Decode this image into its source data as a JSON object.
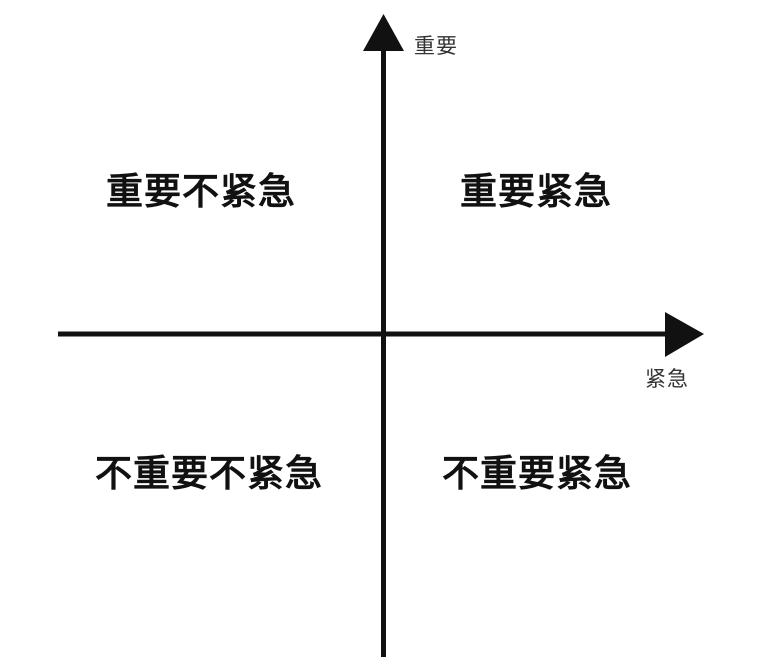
{
  "diagram": {
    "type": "priority-matrix",
    "axes": {
      "vertical": {
        "label": "重要",
        "direction": "up"
      },
      "horizontal": {
        "label": "紧急",
        "direction": "right"
      }
    },
    "quadrants": {
      "top_left": {
        "label": "重要不紧急"
      },
      "top_right": {
        "label": "重要紧急"
      },
      "bottom_left": {
        "label": "不重要不紧急"
      },
      "bottom_right": {
        "label": "不重要紧急"
      }
    },
    "colors": {
      "axis": "#111111",
      "text": "#111111",
      "axis_label": "#333333",
      "background": "#ffffff"
    }
  }
}
